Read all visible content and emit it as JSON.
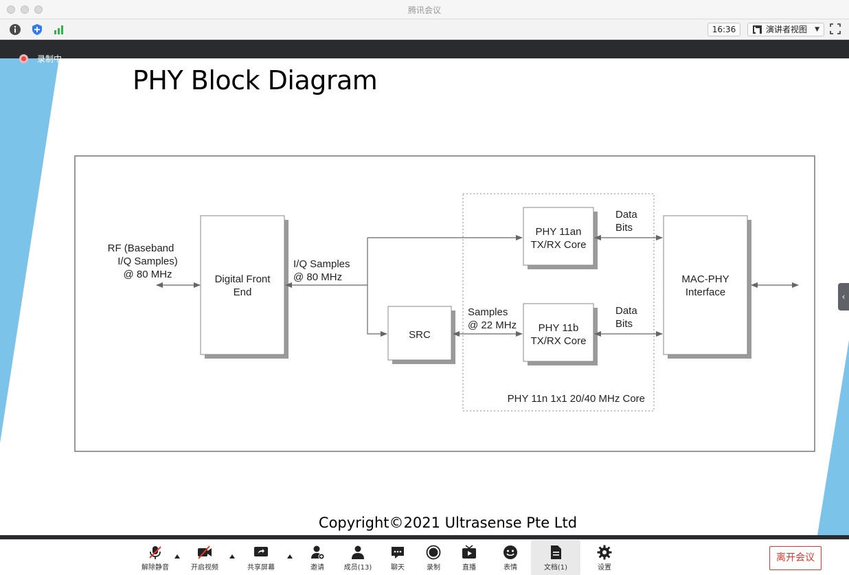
{
  "window": {
    "title": "腾讯会议"
  },
  "toolbar": {
    "time": "16:36",
    "view_label": "演讲者视图"
  },
  "recording": {
    "label": "录制中"
  },
  "slide": {
    "title": "PHY Block Diagram",
    "copyright": "Copyright©2021 Ultrasense Pte Ltd",
    "colors": {
      "accent": "#7cc3ea"
    },
    "diagram": {
      "input_label": [
        "RF (Baseband",
        "I/Q Samples)",
        "@ 80 MHz"
      ],
      "dfe_label": [
        "Digital Front",
        "End"
      ],
      "iq_label": [
        "I/Q Samples",
        "@ 80 MHz"
      ],
      "src_label": "SRC",
      "samples_label": [
        "Samples",
        "@ 22 MHz"
      ],
      "phy11an_label": [
        "PHY 11an",
        "TX/RX Core"
      ],
      "phy11b_label": [
        "PHY 11b",
        "TX/RX Core"
      ],
      "databits_top": [
        "Data",
        "Bits"
      ],
      "databits_bottom": [
        "Data",
        "Bits"
      ],
      "mac_label": [
        "MAC-PHY",
        "Interface"
      ],
      "core_label": "PHY 11n 1x1 20/40 MHz Core"
    }
  },
  "bottombar": {
    "tools": [
      {
        "name": "unmute",
        "label": "解除静音",
        "icon": "mic-off-icon"
      },
      {
        "name": "start-video",
        "label": "开启视频",
        "icon": "camera-off-icon"
      },
      {
        "name": "share-screen",
        "label": "共享屏幕",
        "icon": "share-screen-icon"
      },
      {
        "name": "invite",
        "label": "邀请",
        "icon": "add-person-icon"
      },
      {
        "name": "members",
        "label": "成员(13)",
        "icon": "person-icon"
      },
      {
        "name": "chat",
        "label": "聊天",
        "icon": "chat-icon"
      },
      {
        "name": "record",
        "label": "录制",
        "icon": "record-icon"
      },
      {
        "name": "live",
        "label": "直播",
        "icon": "tv-icon"
      },
      {
        "name": "emoji",
        "label": "表情",
        "icon": "smile-icon"
      },
      {
        "name": "docs",
        "label": "文档(1)",
        "icon": "document-icon"
      },
      {
        "name": "settings",
        "label": "设置",
        "icon": "gear-icon"
      }
    ],
    "leave_label": "离开会议",
    "leave_color": "#e5362b"
  }
}
